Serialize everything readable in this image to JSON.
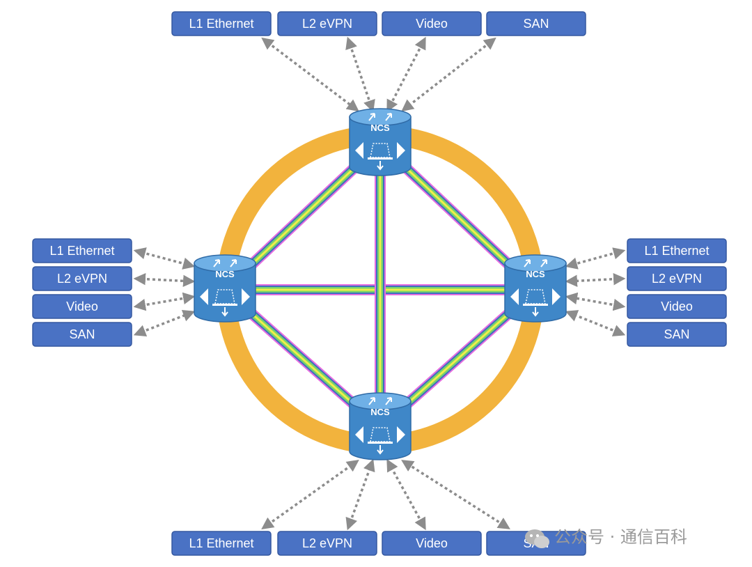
{
  "router_label": "NCS",
  "services_top": [
    "L1 Ethernet",
    "L2 eVPN",
    "Video",
    "SAN"
  ],
  "services_left": [
    "L1 Ethernet",
    "L2 eVPN",
    "Video",
    "SAN"
  ],
  "services_right": [
    "L1 Ethernet",
    "L2 eVPN",
    "Video",
    "SAN"
  ],
  "services_bottom": [
    "L1 Ethernet",
    "L2 eVPN",
    "Video",
    "SAN"
  ],
  "watermark": "公众号 · 通信百科",
  "colors": {
    "service_fill": "#4a72c4",
    "service_stroke": "#3558a0",
    "ring": "#f2b33d",
    "router_body": "#3f87c8",
    "router_top": "#6fb0e6",
    "link_blue": "#3b6fc0",
    "link_green": "#7ad36b",
    "link_yellow": "#f0ee4a",
    "link_pink": "#e66de0",
    "connector": "#8c8c8c"
  }
}
